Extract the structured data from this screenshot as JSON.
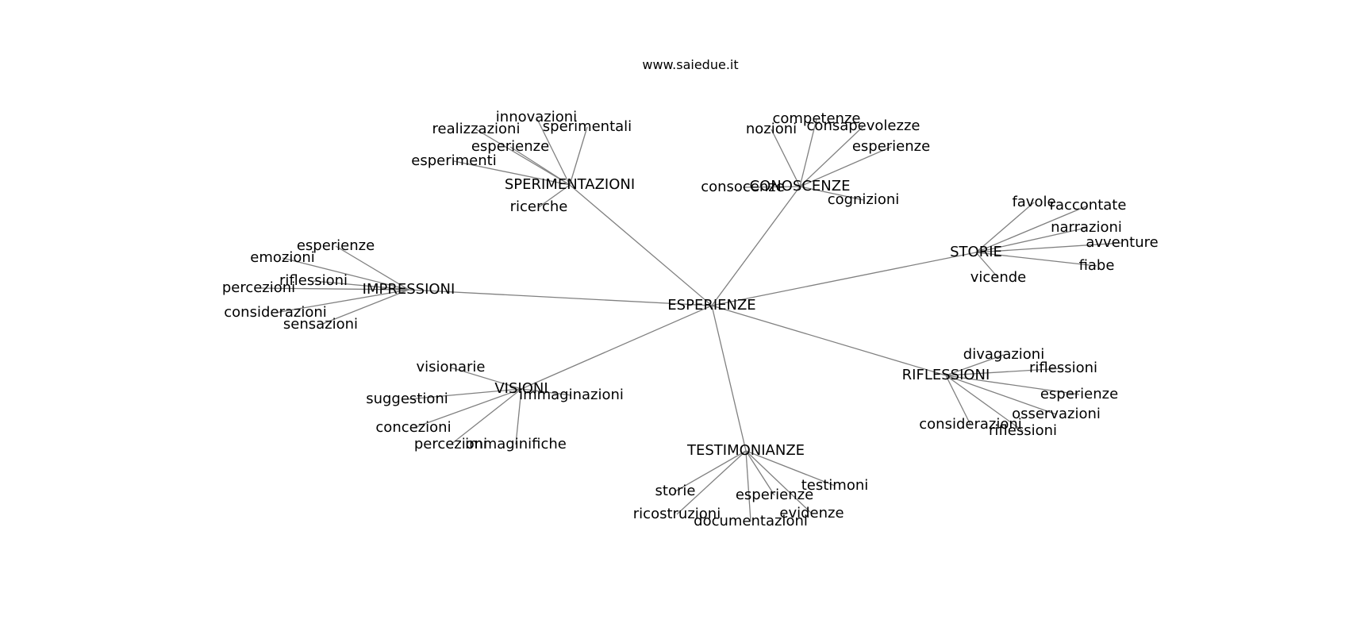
{
  "header": {
    "title": "www.saiedue.it"
  },
  "graph": {
    "root": "ESPERIENZE",
    "branches": [
      {
        "hub": "SPERIMENTAZIONI",
        "leaves": [
          "innovazioni",
          "sperimentali",
          "realizzazioni",
          "esperienze",
          "esperimenti",
          "ricerche"
        ]
      },
      {
        "hub": "CONOSCENZE",
        "leaves": [
          "competenze",
          "nozioni",
          "consapevolezze",
          "esperienze",
          "consocenze",
          "cognizioni"
        ]
      },
      {
        "hub": "STORIE",
        "leaves": [
          "favole",
          "raccontate",
          "narrazioni",
          "avventure",
          "fiabe",
          "vicende"
        ]
      },
      {
        "hub": "IMPRESSIONI",
        "leaves": [
          "esperienze",
          "emozioni",
          "riflessioni",
          "percezioni",
          "considerazioni",
          "sensazioni"
        ]
      },
      {
        "hub": "RIFLESSIONI",
        "leaves": [
          "divagazioni",
          "riflessioni",
          "esperienze",
          "osservazioni",
          "considerazioni",
          "riflessioni"
        ]
      },
      {
        "hub": "VISIONI",
        "leaves": [
          "visionarie",
          "immaginazioni",
          "suggestioni",
          "concezioni",
          "percezioni",
          "immaginifiche"
        ]
      },
      {
        "hub": "TESTIMONIANZE",
        "leaves": [
          "testimoni",
          "storie",
          "esperienze",
          "ricostruzioni",
          "evidenze",
          "documentazioni"
        ]
      }
    ]
  },
  "colors": {
    "edge": "#808080",
    "text": "#000000",
    "background": "#ffffff"
  }
}
